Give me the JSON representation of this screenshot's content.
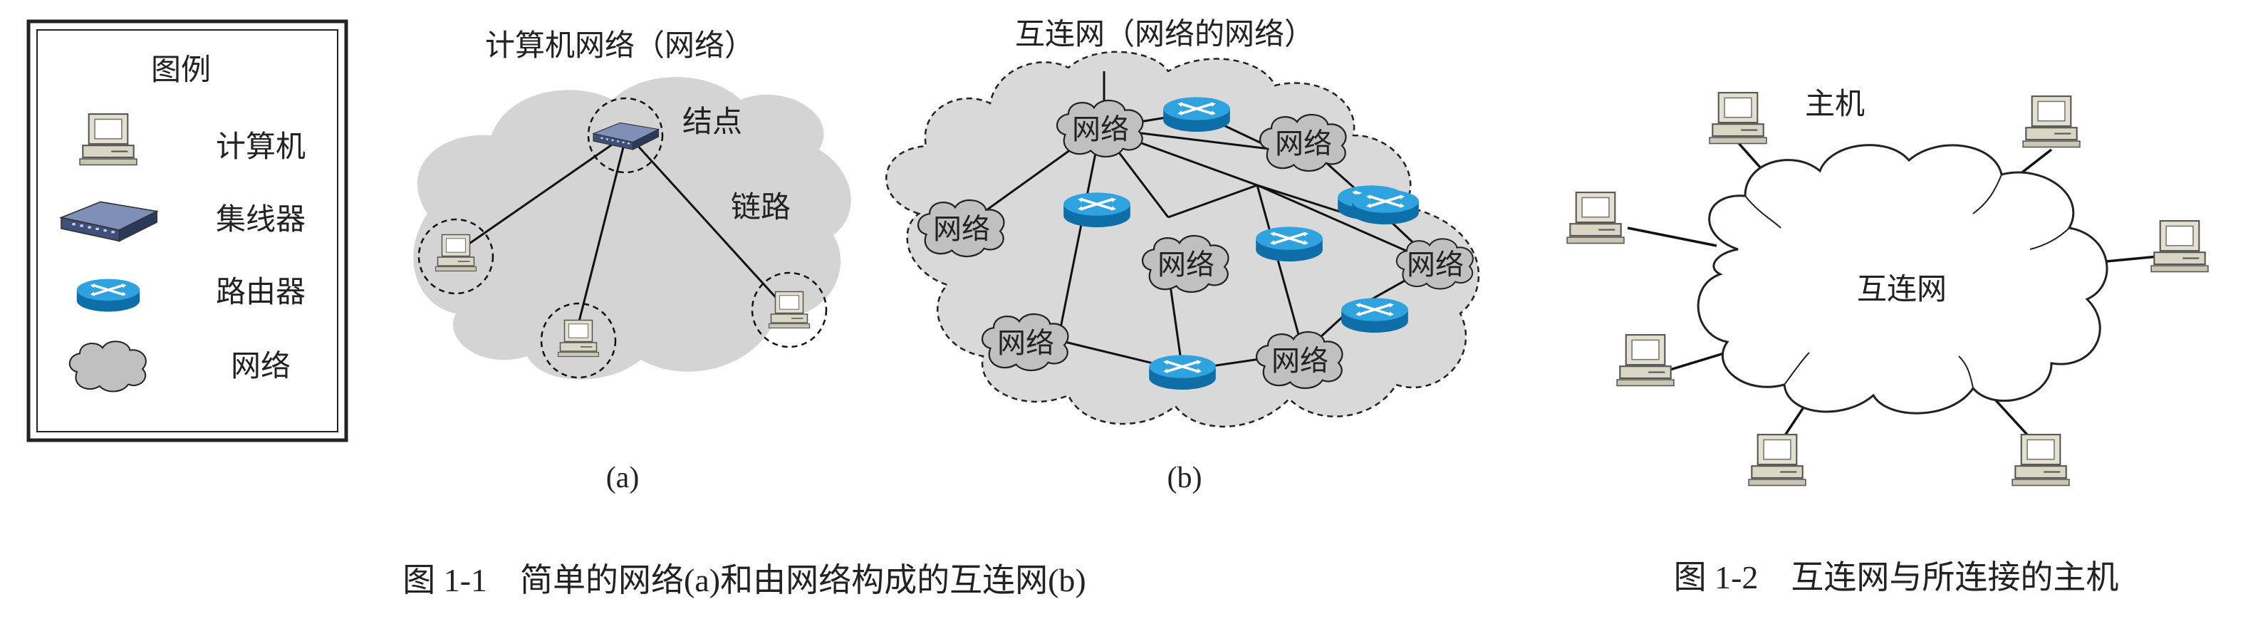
{
  "legend": {
    "title": "图例",
    "items": [
      {
        "icon": "computer-icon",
        "label": "计算机"
      },
      {
        "icon": "hub-icon",
        "label": "集线器"
      },
      {
        "icon": "router-icon",
        "label": "路由器"
      },
      {
        "icon": "cloud-icon",
        "label": "网络"
      }
    ]
  },
  "fig_a": {
    "title": "计算机网络（网络）",
    "node_label": "结点",
    "link_label": "链路",
    "sublabel": "(a)"
  },
  "fig_b": {
    "title": "互连网（网络的网络）",
    "network_label": "网络",
    "sublabel": "(b)"
  },
  "fig_c": {
    "host_label": "主机",
    "internet_label": "互连网"
  },
  "captions": {
    "fig1": "图 1-1　简单的网络(a)和由网络构成的互连网(b)",
    "fig2": "图 1-2　互连网与所连接的主机"
  },
  "colors": {
    "cloud_gray": "#c8c8c8",
    "router_blue": "#1e8fd0",
    "hub_blue": "#4b5f86",
    "computer_beige": "#d9d6c4"
  }
}
